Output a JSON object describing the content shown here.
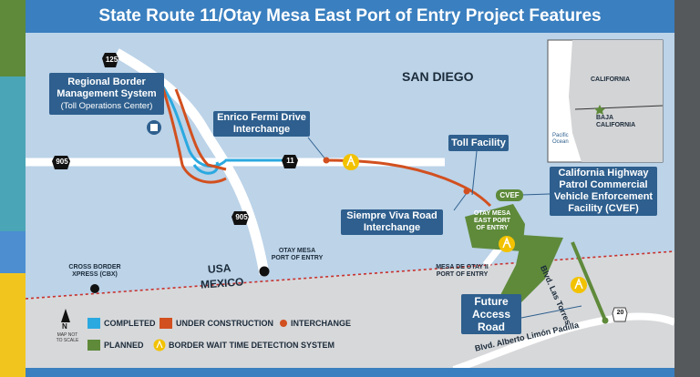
{
  "title": "State Route 11/Otay Mesa East Port of Entry Project Features",
  "places": {
    "san_diego": "SAN DIEGO",
    "usa": "USA",
    "mexico": "MEXICO",
    "cbx": "CROSS BORDER\nXPRESS (CBX)",
    "otay_mesa_poe": "OTAY MESA\nPORT OF ENTRY",
    "mesa_de_otay": "MESA DE OTAY II\nPORT OF ENTRY",
    "otay_mesa_east": "OTAY MESA\nEAST PORT\nOF ENTRY",
    "cvef_badge": "CVEF",
    "blvd_las_torres": "Blvd. Las Torres",
    "blvd_alberto": "Blvd. Alberto Limón Padilla"
  },
  "routes": {
    "r125": "125",
    "r905_west": "905",
    "r905_south": "905",
    "r11": "11",
    "r20": "20"
  },
  "callouts": {
    "regional_title": "Regional Border\nManagement System",
    "regional_sub": "(Toll Operations Center)",
    "enrico": "Enrico Fermi Drive\nInterchange",
    "toll": "Toll Facility",
    "siempre": "Siempre Viva Road\nInterchange",
    "chp": "California Highway\nPatrol Commercial\nVehicle Enforcement\nFacility (CVEF)",
    "future": "Future\nAccess\nRoad"
  },
  "inset": {
    "california": "CALIFORNIA",
    "baja": "BAJA\nCALIFORNIA",
    "ocean": "Pacific\nOcean"
  },
  "legend": {
    "north": "N",
    "not_to_scale": "MAP NOT\nTO SCALE",
    "completed": "COMPLETED",
    "under_construction": "UNDER CONSTRUCTION",
    "interchange": "INTERCHANGE",
    "planned": "PLANNED",
    "border_wait": "BORDER WAIT TIME DETECTION SYSTEM"
  },
  "colors": {
    "completed": "#2aa9e0",
    "under_construction": "#d2501f",
    "planned": "#5e8a3a",
    "title_bar": "#3a7fbf",
    "callout": "#2e5f8e",
    "detection": "#f2c200"
  }
}
